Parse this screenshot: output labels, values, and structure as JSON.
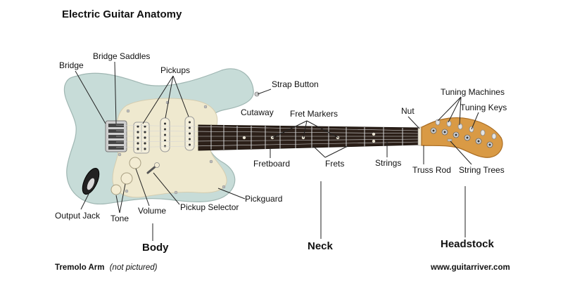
{
  "title": "Electric Guitar Anatomy",
  "labels": {
    "bridge": "Bridge",
    "bridge_saddles": "Bridge Saddles",
    "pickups": "Pickups",
    "strap_button": "Strap Button",
    "cutaway": "Cutaway",
    "fret_markers": "Fret Markers",
    "nut": "Nut",
    "tuning_machines": "Tuning Machines",
    "tuning_keys": "Tuning Keys",
    "fretboard": "Fretboard",
    "frets": "Frets",
    "strings": "Strings",
    "truss_rod": "Truss Rod",
    "string_trees": "String Trees",
    "output_jack": "Output Jack",
    "tone": "Tone",
    "volume": "Volume",
    "pickup_selector": "Pickup Selector",
    "pickguard": "Pickguard"
  },
  "sections": {
    "body": "Body",
    "neck": "Neck",
    "headstock": "Headstock"
  },
  "footer": {
    "tremolo": "Tremolo Arm",
    "tremolo_note": "(not pictured)",
    "site": "www.guitarriver.com"
  },
  "colors": {
    "body": "#c7dcd8",
    "pickguard": "#efe9cf",
    "fretboard": "#2c2019",
    "headstock": "#d99a45",
    "chrome": "#c9c9c9"
  }
}
